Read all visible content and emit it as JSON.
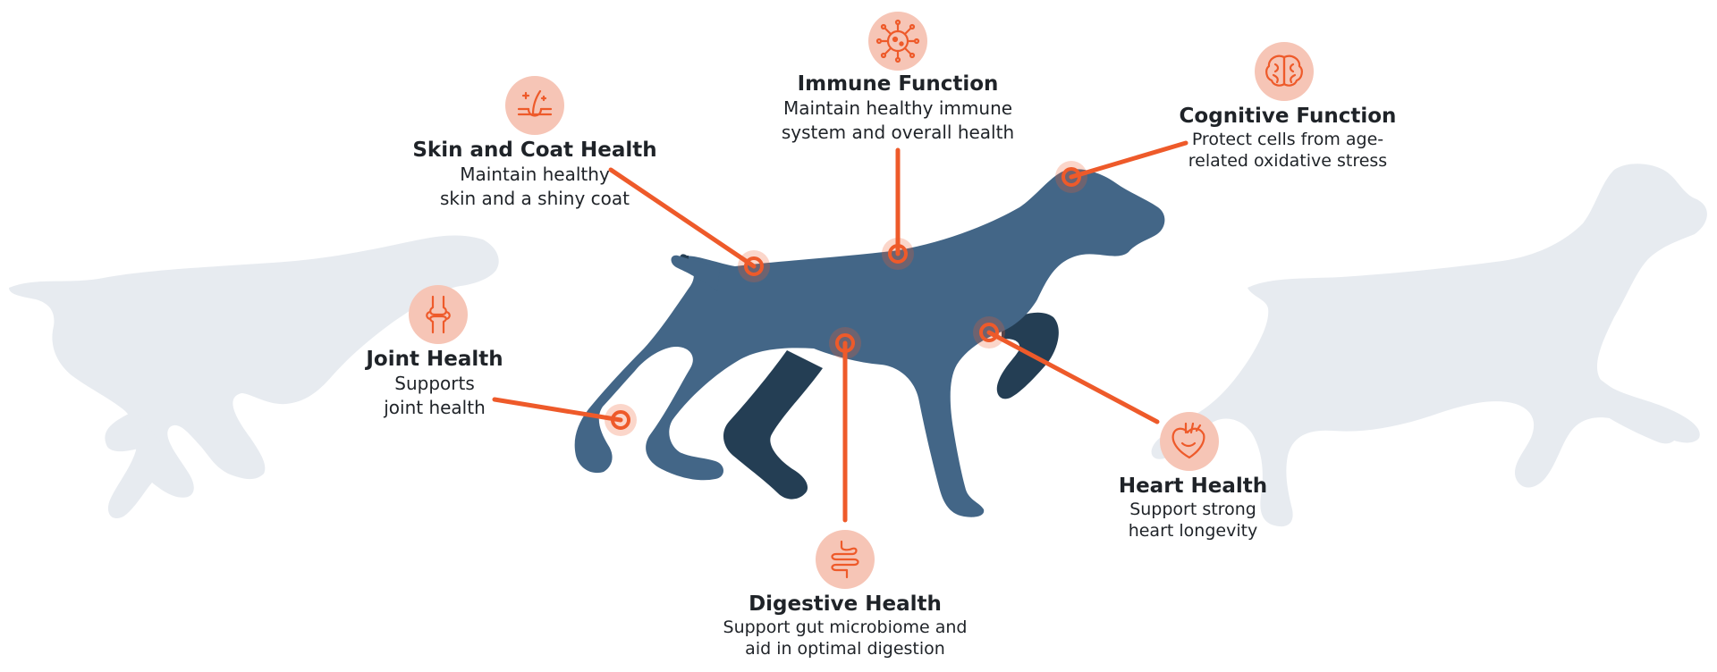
{
  "colors": {
    "accent": "#ee5a2a",
    "icon_bg": "#f6c5b6",
    "dog_body": "#436687",
    "dog_shadow": "#243e54",
    "silhouette": "#e7ebf0",
    "text": "#1f2328"
  },
  "features": [
    {
      "id": "immune",
      "icon": "virus-icon",
      "title": "Immune Function",
      "desc": "Maintain healthy immune\nsystem and overall health"
    },
    {
      "id": "skin",
      "icon": "hair-follicle-icon",
      "title": "Skin and Coat Health",
      "desc": "Maintain healthy\nskin and a shiny coat"
    },
    {
      "id": "cognitive",
      "icon": "brain-icon",
      "title": "Cognitive Function",
      "desc": "Protect cells from age-\nrelated oxidative stress"
    },
    {
      "id": "joint",
      "icon": "knee-joint-icon",
      "title": "Joint Health",
      "desc": "Supports\njoint health"
    },
    {
      "id": "heart",
      "icon": "heart-organ-icon",
      "title": "Heart Health",
      "desc": "Support strong\nheart longevity"
    },
    {
      "id": "digestive",
      "icon": "intestine-icon",
      "title": "Digestive Health",
      "desc": "Support gut microbiome and\naid in optimal digestion"
    }
  ]
}
